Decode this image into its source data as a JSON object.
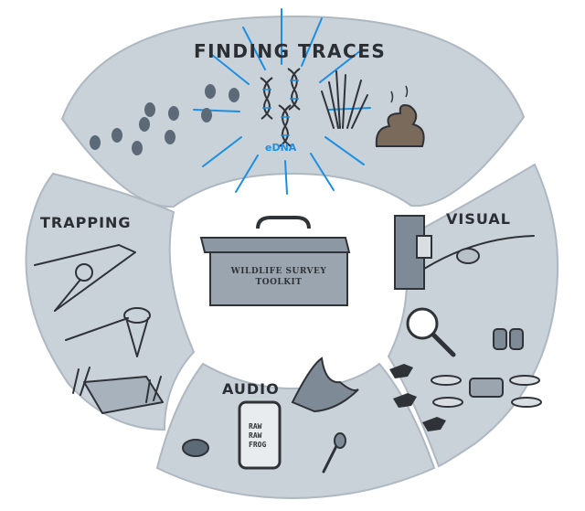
{
  "sections": {
    "finding_traces": {
      "title": "FINDING TRACES",
      "edna_label": "eDNA"
    },
    "trapping": {
      "title": "TRAPPING"
    },
    "visual": {
      "title": "VISUAL"
    },
    "audio": {
      "title": "AUDIO"
    }
  },
  "center": {
    "toolbox_line1": "WILDLIFE SURVEY",
    "toolbox_line2": "TOOLKIT"
  },
  "phone": {
    "line1": "RAW",
    "line2": "RAW",
    "line3": "FROG"
  },
  "colors": {
    "segment_fill": "#c9d1d9",
    "ink": "#2f3337",
    "edna_blue": "#1c8fe3",
    "background": "#ffffff"
  }
}
